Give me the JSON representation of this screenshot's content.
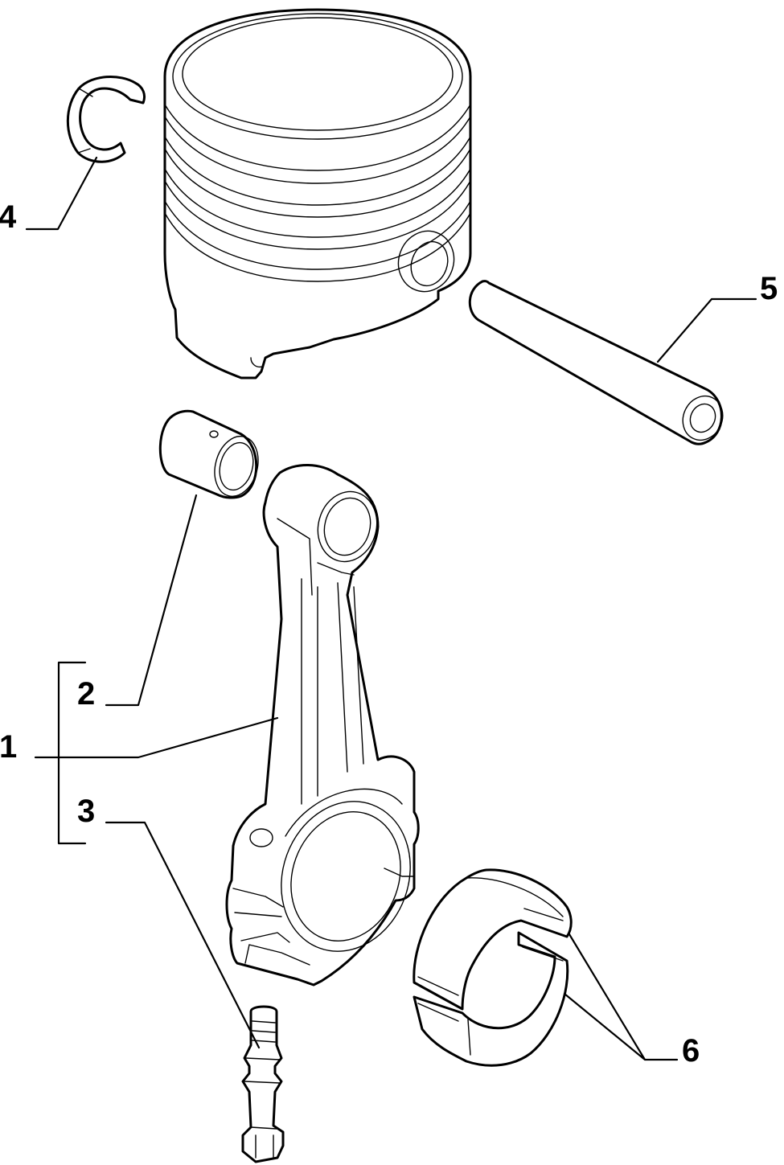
{
  "callouts": {
    "connecting_rod": "1",
    "small_end_bushing": "2",
    "rod_bolt": "3",
    "circlip": "4",
    "piston_pin": "5",
    "bearing_shells": "6"
  }
}
